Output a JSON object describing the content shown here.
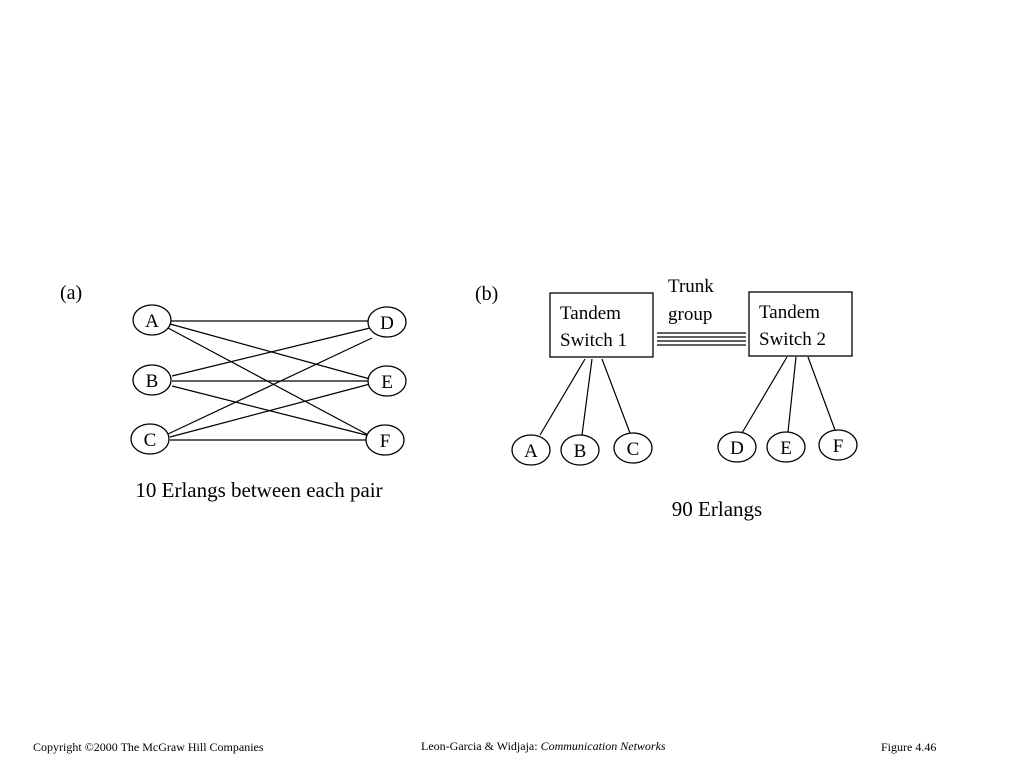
{
  "panel_a": {
    "label": "(a)",
    "nodes": [
      "A",
      "B",
      "C",
      "D",
      "E",
      "F"
    ],
    "caption": "10 Erlangs between each pair"
  },
  "panel_b": {
    "label": "(b)",
    "switch1": {
      "line1": "Tandem",
      "line2": "Switch 1"
    },
    "switch2": {
      "line1": "Tandem",
      "line2": "Switch 2"
    },
    "trunk": {
      "line1": "Trunk",
      "line2": "group"
    },
    "nodes": [
      "A",
      "B",
      "C",
      "D",
      "E",
      "F"
    ],
    "caption": "90 Erlangs"
  },
  "footer": {
    "copyright": "Copyright ©2000 The McGraw Hill Companies",
    "authors": "Leon-Garcia & Widjaja:",
    "book": "Communication Networks",
    "figure": "Figure 4.46"
  }
}
